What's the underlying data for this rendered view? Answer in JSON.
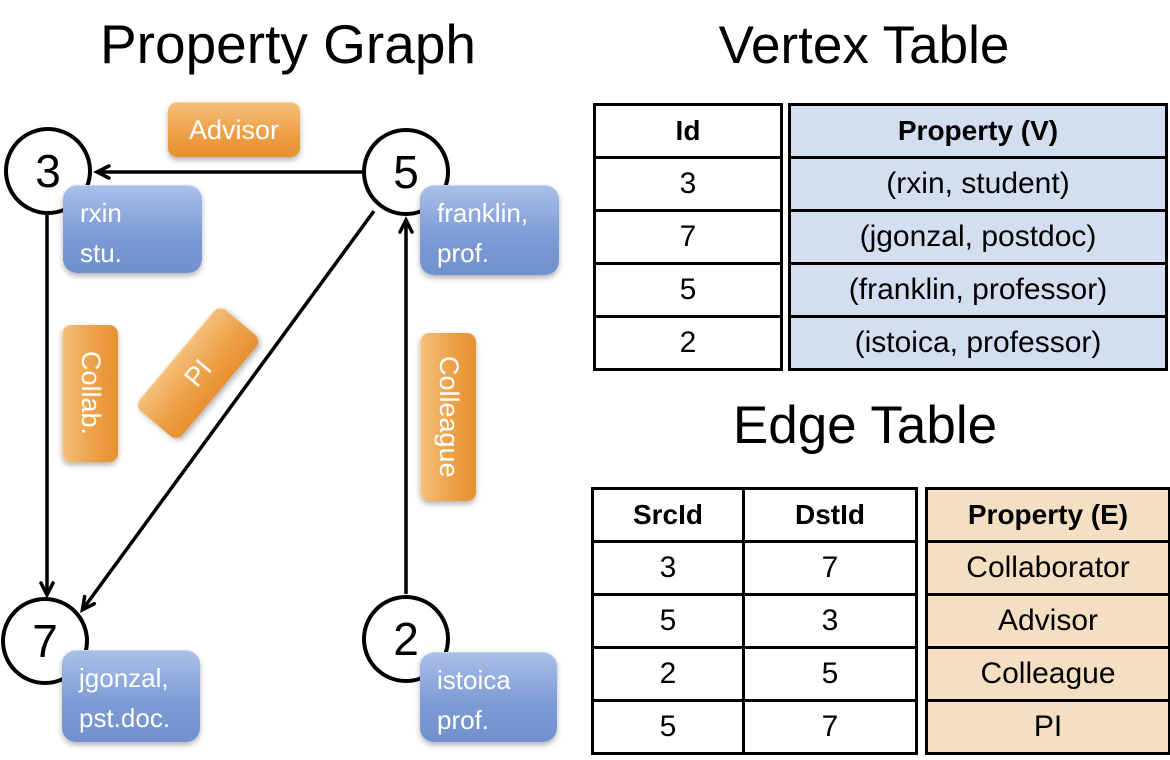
{
  "titles": {
    "property_graph": "Property Graph",
    "vertex_table": "Vertex Table",
    "edge_table": "Edge Table"
  },
  "graph": {
    "nodes": [
      {
        "id": "3",
        "property_line1": "rxin",
        "property_line2": "stu."
      },
      {
        "id": "5",
        "property_line1": "franklin,",
        "property_line2": "prof."
      },
      {
        "id": "7",
        "property_line1": "jgonzal,",
        "property_line2": "pst.doc."
      },
      {
        "id": "2",
        "property_line1": "istoica",
        "property_line2": "prof."
      }
    ],
    "edge_labels": {
      "advisor": "Advisor",
      "collab": "Collab.",
      "pi": "PI",
      "colleague": "Colleague"
    }
  },
  "vertex_table": {
    "col_id": "Id",
    "col_property": "Property (V)",
    "rows": [
      {
        "id": "3",
        "property": "(rxin, student)"
      },
      {
        "id": "7",
        "property": "(jgonzal, postdoc)"
      },
      {
        "id": "5",
        "property": "(franklin, professor)"
      },
      {
        "id": "2",
        "property": "(istoica, professor)"
      }
    ]
  },
  "edge_table": {
    "col_src": "SrcId",
    "col_dst": "DstId",
    "col_property": "Property (E)",
    "rows": [
      {
        "src": "3",
        "dst": "7",
        "property": "Collaborator"
      },
      {
        "src": "5",
        "dst": "3",
        "property": "Advisor"
      },
      {
        "src": "2",
        "dst": "5",
        "property": "Colleague"
      },
      {
        "src": "5",
        "dst": "7",
        "property": "PI"
      }
    ]
  },
  "colors": {
    "vertex_property_fill": "#d3def1",
    "edge_property_fill": "#f5dfc2",
    "orange_label_top": "#f4c07a",
    "orange_label_bottom": "#e79030",
    "blue_label_top": "#a9c0e8",
    "blue_label_bottom": "#6f91cd",
    "line_color": "#000000"
  }
}
